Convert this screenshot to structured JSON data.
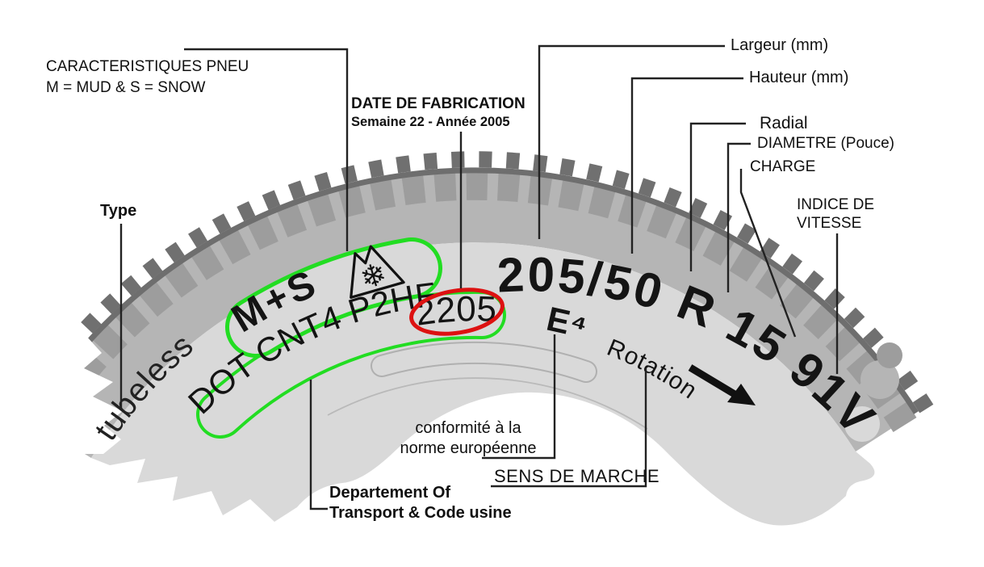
{
  "fig": {
    "annotations": {
      "caracteristiques": {
        "line1": "CARACTERISTIQUES PNEU",
        "line2": "M = MUD & S = SNOW"
      },
      "type": "Type",
      "date": {
        "title": "DATE DE FABRICATION",
        "subtitle": "Semaine 22 - Année 2005"
      },
      "largeur": "Largeur (mm)",
      "hauteur": "Hauteur (mm)",
      "radial": "Radial",
      "diametre": "DIAMETRE (Pouce)",
      "charge": "CHARGE",
      "indice": {
        "line1": "INDICE DE",
        "line2": "VITESSE"
      },
      "conformite": {
        "line1": "conformité à la",
        "line2": "norme européenne"
      },
      "sens": "SENS DE MARCHE",
      "departement": {
        "line1": "Departement Of",
        "line2": "Transport & Code usine"
      }
    },
    "tire_markings": {
      "tubeless": "tubeless",
      "ms": "M+S",
      "dot_code": "DOT CNT4 P2HF",
      "date_code": "2205",
      "e_mark": "E⁴",
      "rotation": "Rotation",
      "size": "205/50 R 15 91V"
    },
    "icons": {
      "snowflake_icon": "❄",
      "rotation_arrow_icon": "➔"
    },
    "colors": {
      "highlight_green": "#22dd22",
      "highlight_red": "#dd1111"
    }
  }
}
